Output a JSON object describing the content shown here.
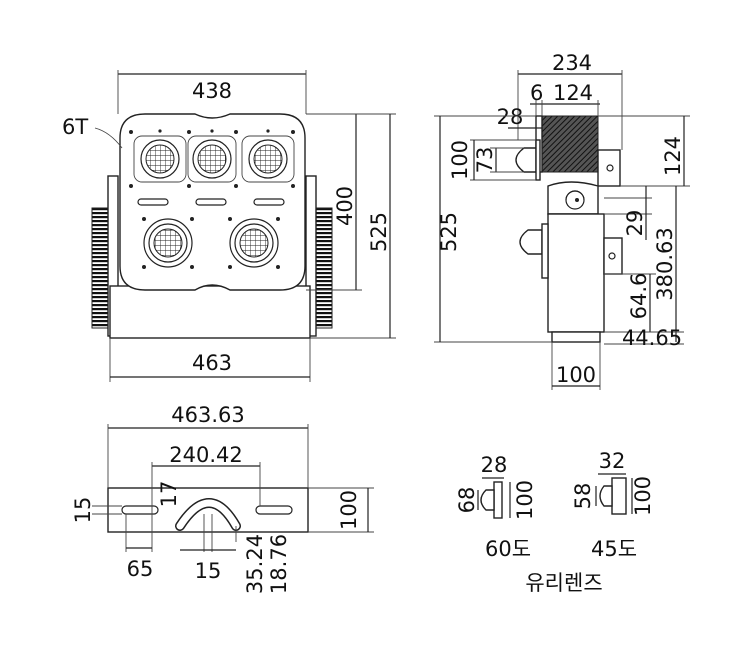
{
  "front_view": {
    "width_top": "438",
    "thickness": "6T",
    "height_inner": "400",
    "height_total": "525",
    "width_bottom": "463"
  },
  "side_view": {
    "width_total": "234",
    "offset": "6",
    "block_width": "124",
    "lens_depth": "28",
    "lens_outer": "100",
    "lens_inner": "73",
    "block_height": "124",
    "height_total": "525",
    "dim_29": "29",
    "dim_380": "380.63",
    "dim_64": "64.6",
    "dim_44": "44.65",
    "base_width": "100"
  },
  "bottom_view": {
    "width_total": "463.63",
    "slot_span": "240.42",
    "slot_height": "17",
    "margin_15": "15",
    "height": "100",
    "dim_65": "65",
    "dim_15b": "15",
    "dim_35": "35.24",
    "dim_18": "18.76"
  },
  "glass_lens": {
    "lens60": {
      "depth": "28",
      "inner": "68",
      "outer": "100",
      "label": "60도"
    },
    "lens45": {
      "depth": "32",
      "inner": "58",
      "outer": "100",
      "label": "45도"
    },
    "caption": "유리렌즈"
  }
}
